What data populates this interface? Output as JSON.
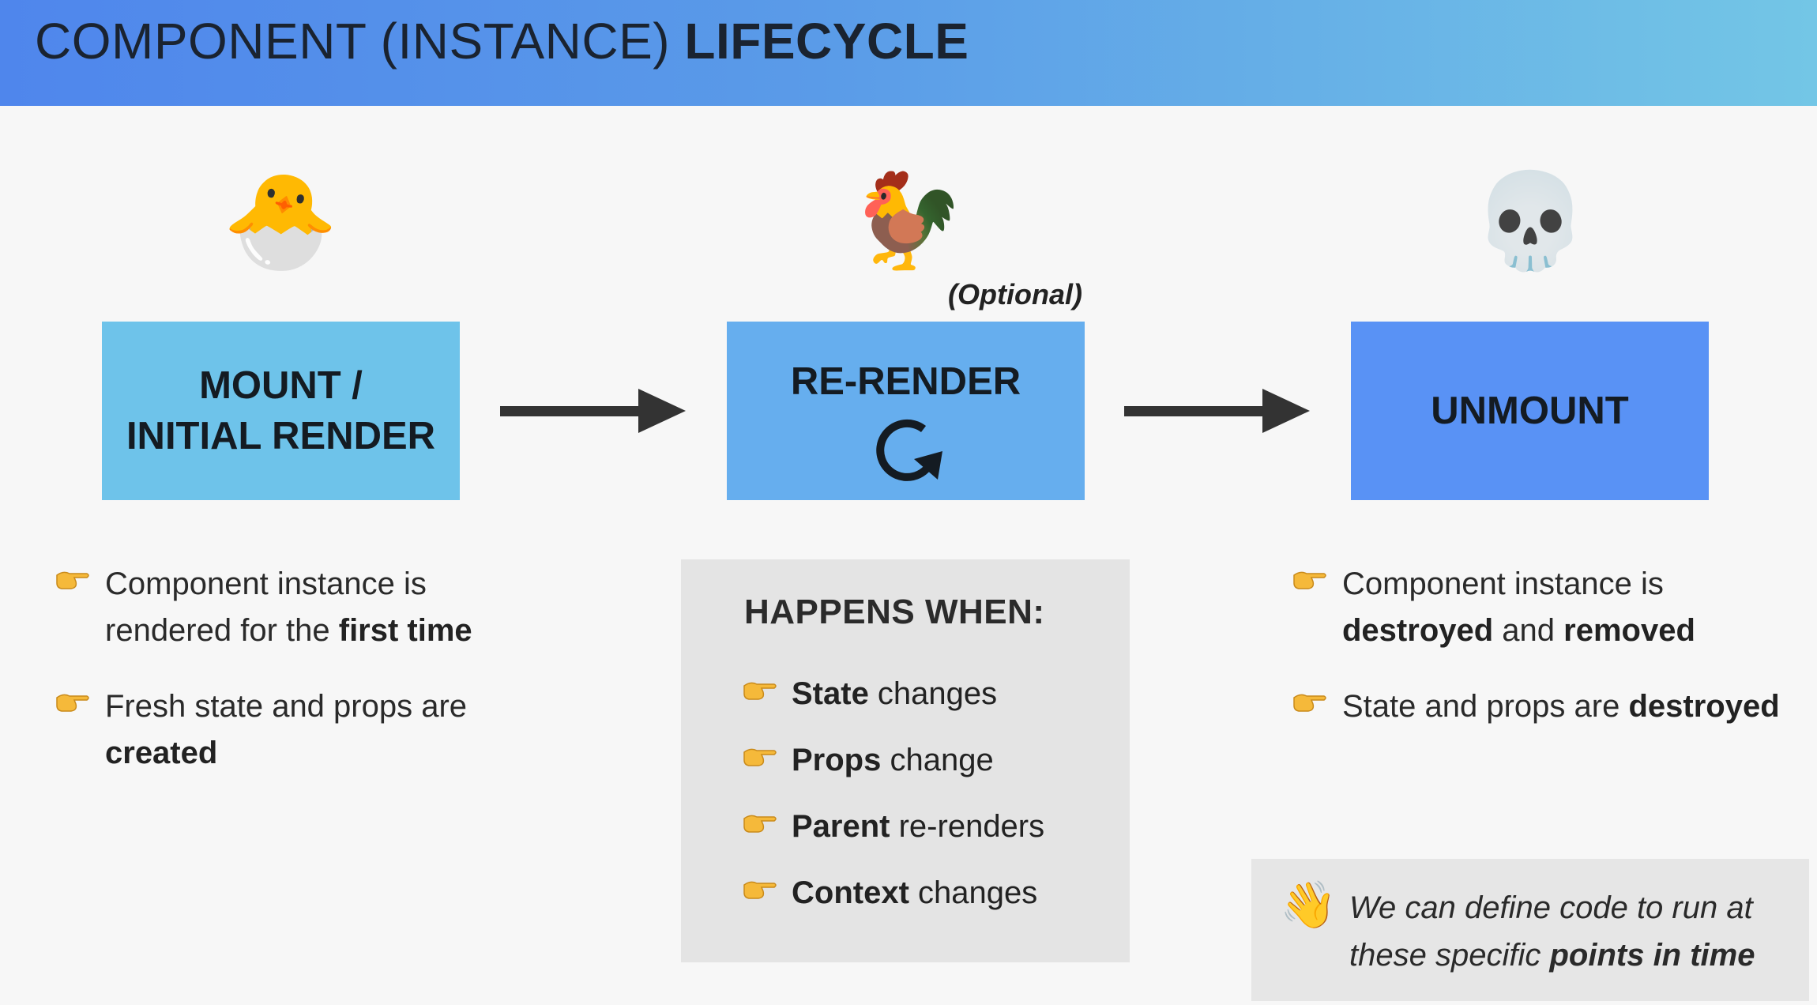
{
  "header": {
    "title_regular": "COMPONENT (INSTANCE) ",
    "title_bold": "LIFECYCLE"
  },
  "colors": {
    "mount_box": "#6ec3ea",
    "rerender_box": "#66aeee",
    "unmount_box": "#5992f5",
    "arrow": "#333333"
  },
  "stages": {
    "mount": {
      "emoji": "🐣",
      "label_line1": "MOUNT /",
      "label_line2": "INITIAL RENDER",
      "bullets": [
        {
          "pre": "Component instance is rendered for the ",
          "bold": "first time",
          "post": ""
        },
        {
          "pre": "Fresh state and props are ",
          "bold": "created",
          "post": ""
        }
      ]
    },
    "rerender": {
      "emoji": "🐓",
      "optional_label": "(Optional)",
      "label": "RE-RENDER",
      "icon": "refresh-icon",
      "happens_title": "HAPPENS WHEN:",
      "triggers": [
        {
          "bold": "State",
          "rest": " changes"
        },
        {
          "bold": "Props",
          "rest": " change"
        },
        {
          "bold": "Parent",
          "rest": " re-renders"
        },
        {
          "bold": "Context",
          "rest": " changes"
        }
      ]
    },
    "unmount": {
      "emoji": "💀",
      "label": "UNMOUNT",
      "bullets": [
        {
          "pre": "Component instance is ",
          "bold": "destroyed",
          "mid": " and ",
          "bold2": "removed"
        },
        {
          "pre": "State and props are ",
          "bold": "destroyed",
          "mid": "",
          "bold2": ""
        }
      ]
    }
  },
  "note": {
    "emoji": "👋",
    "text_pre": "We can define code to run at these specific ",
    "text_bold": "points in time"
  }
}
